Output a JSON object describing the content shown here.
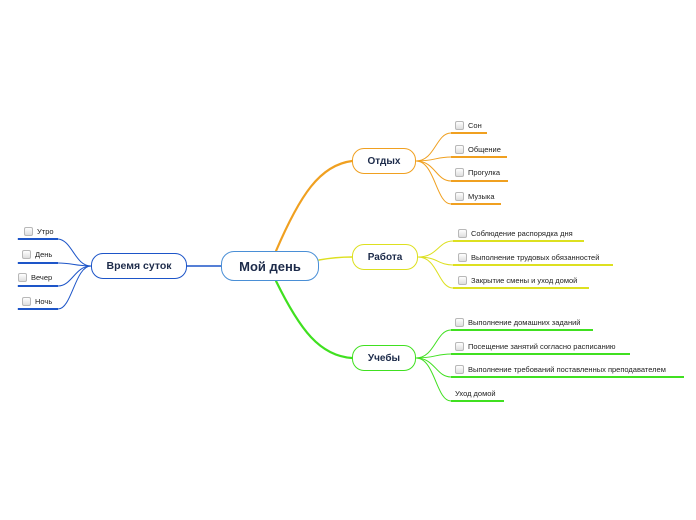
{
  "central": {
    "label": "Мой день"
  },
  "left": {
    "label": "Время суток",
    "color": "#1d55c8",
    "items": [
      "Утро",
      "День",
      "Вечер",
      "Ночь"
    ]
  },
  "rest": {
    "label": "Отдых",
    "color": "#f0a020",
    "items": [
      "Сон",
      "Общение",
      "Прогулка",
      "Музыка"
    ]
  },
  "work": {
    "label": "Работа",
    "color": "#dde020",
    "items": [
      "Соблюдение распорядка дня",
      "Выполнение трудовых обязанностей",
      "Закрытие смены и уход домой"
    ]
  },
  "study": {
    "label": "Учебы",
    "color": "#40e020",
    "items": [
      "Выполнение домашних заданий",
      "Посещение занятий согласно расписанию",
      "Выполнение требований поставленных преподавателем",
      "Уход домой"
    ]
  },
  "icons": {
    "checkbox": "checkbox-icon"
  }
}
